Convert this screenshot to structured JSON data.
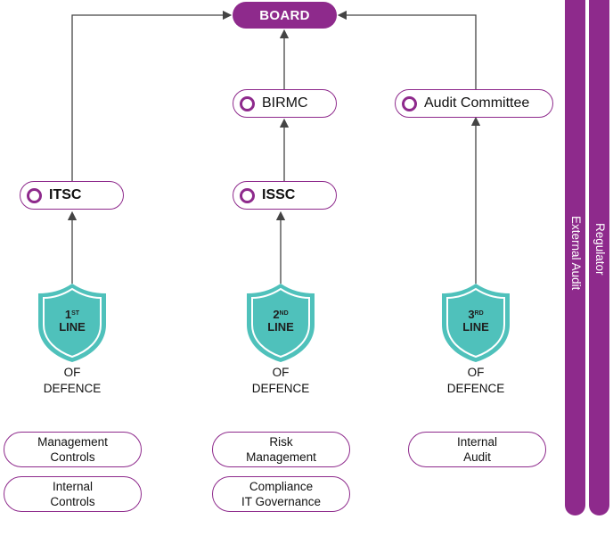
{
  "board": {
    "label": "BOARD"
  },
  "committees": {
    "birmc": "BIRMC",
    "audit_committee": "Audit Committee",
    "itsc": "ITSC",
    "issc": "ISSC"
  },
  "shields": [
    {
      "num": "1",
      "sup": "ST",
      "line": "LINE",
      "of": "OF",
      "defence": "DEFENCE"
    },
    {
      "num": "2",
      "sup": "ND",
      "line": "LINE",
      "of": "OF",
      "defence": "DEFENCE"
    },
    {
      "num": "3",
      "sup": "RD",
      "line": "LINE",
      "of": "OF",
      "defence": "DEFENCE"
    }
  ],
  "controls": {
    "management_controls": [
      "Management",
      "Controls"
    ],
    "internal_controls": [
      "Internal",
      "Controls"
    ],
    "risk_management": [
      "Risk",
      "Management"
    ],
    "compliance": [
      "Compliance",
      "IT Governance"
    ],
    "internal_audit": [
      "Internal",
      "Audit"
    ]
  },
  "sidebars": {
    "external_audit": "External Audit",
    "regulator": "Regulator"
  },
  "colors": {
    "accent": "#8e2a8c",
    "shield": "#4fc1bb",
    "line": "#444444"
  }
}
